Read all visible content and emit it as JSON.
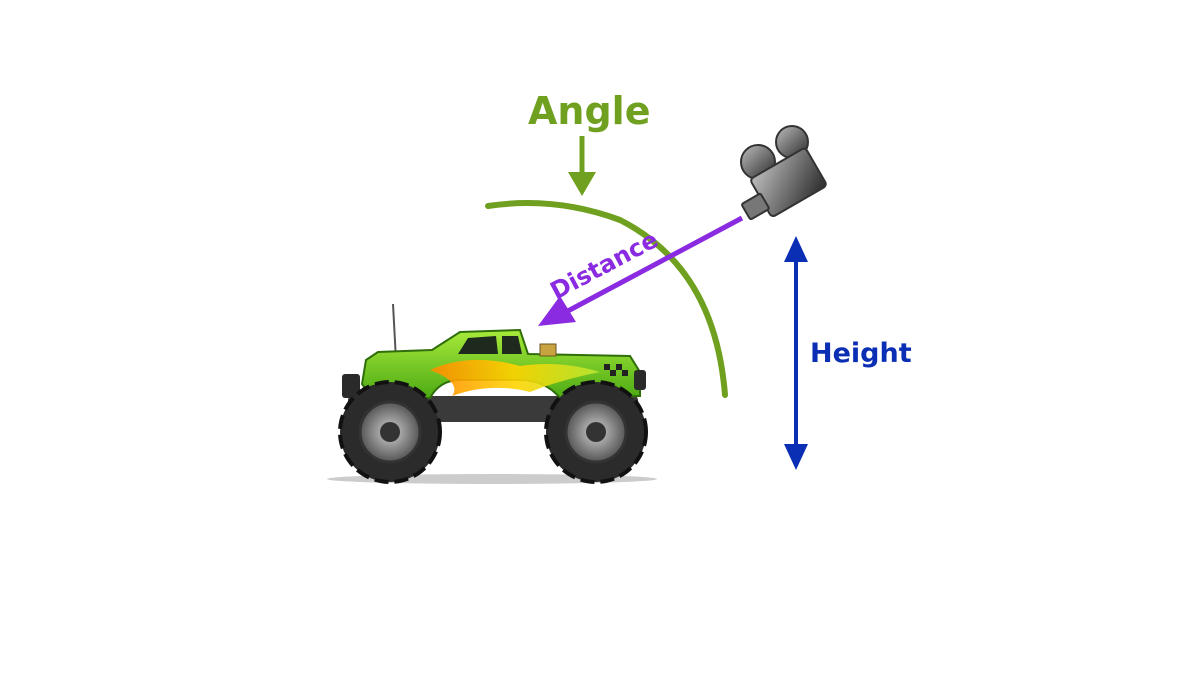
{
  "labels": {
    "angle": "Angle",
    "distance": "Distance",
    "height": "Height"
  },
  "colors": {
    "angle": "#6fa01f",
    "distance": "#8a2be2",
    "height": "#0a2fb5",
    "truck_body": "#7fd320",
    "camera": "#555555"
  },
  "icons": {
    "camera": "movie-camera-icon",
    "vehicle": "monster-truck-icon"
  }
}
